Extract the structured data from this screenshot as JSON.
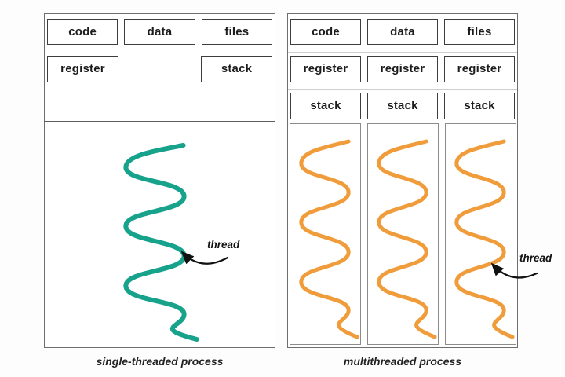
{
  "colors": {
    "background": "#fdfdfd",
    "panel_border": "#6e6e6e",
    "box_border": "#3d3d3d",
    "column_border": "#8c8c8c",
    "row_separator": "#cfcfcf",
    "text": "#1c1c1c",
    "arrow": "#111111",
    "single_thread": "#17a28c",
    "multi_thread": "#f09c3a"
  },
  "left_panel": {
    "top_row": [
      "code",
      "data",
      "files"
    ],
    "second_row": [
      "register",
      "stack"
    ],
    "thread_label": "thread",
    "thread_count": 1,
    "caption": "single-threaded process"
  },
  "right_panel": {
    "top_row": [
      "code",
      "data",
      "files"
    ],
    "register_row": [
      "register",
      "register",
      "register"
    ],
    "stack_row": [
      "stack",
      "stack",
      "stack"
    ],
    "thread_label": "thread",
    "thread_count": 3,
    "caption": "multithreaded process"
  }
}
